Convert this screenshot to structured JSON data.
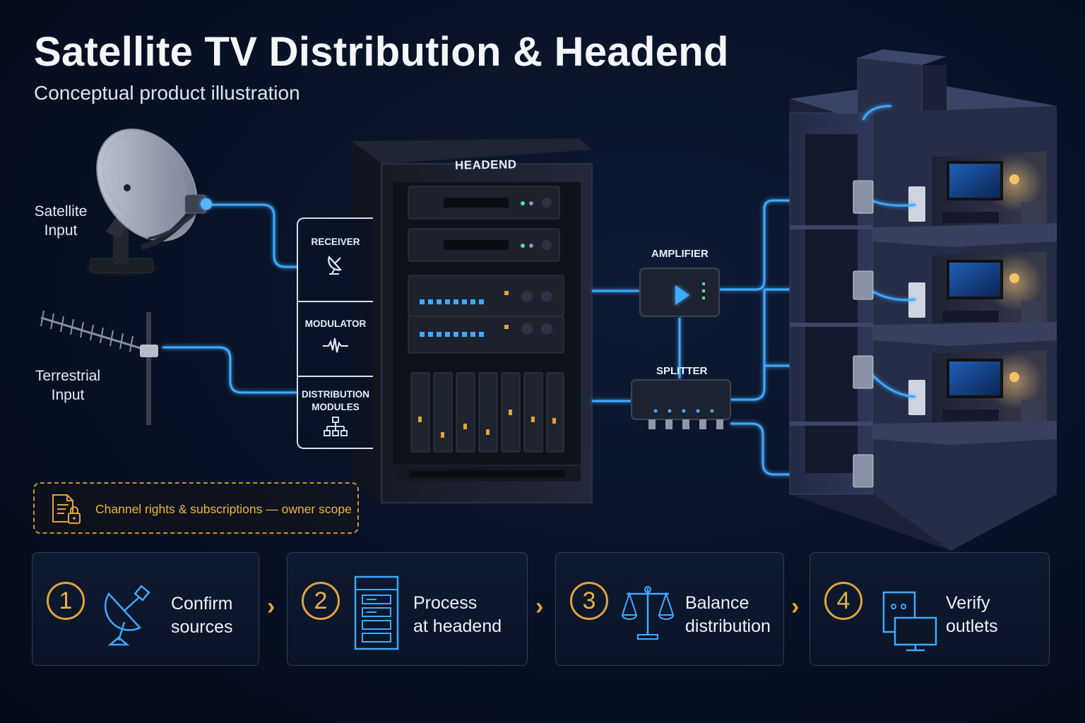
{
  "header": {
    "title": "Satellite TV Distribution & Headend",
    "subtitle": "Conceptual product illustration"
  },
  "inputs": {
    "satellite": "Satellite\nInput",
    "terrestrial": "Terrestrial\nInput"
  },
  "headend": {
    "label": "HEADEND",
    "modules": [
      {
        "label": "RECEIVER",
        "icon": "satellite-dish-icon"
      },
      {
        "label": "MODULATOR",
        "icon": "waveform-icon"
      },
      {
        "label": "DISTRIBUTION\nMODULES",
        "icon": "hierarchy-icon"
      }
    ]
  },
  "components": {
    "amplifier": "AMPLIFIER",
    "splitter": "SPLITTER"
  },
  "notice": {
    "text": "Channel rights & subscriptions — owner scope",
    "icon": "document-lock-icon"
  },
  "steps": [
    {
      "number": "1",
      "text": "Confirm\nsources",
      "icon": "satellite-dish-icon"
    },
    {
      "number": "2",
      "text": "Process\nat headend",
      "icon": "server-rack-icon"
    },
    {
      "number": "3",
      "text": "Balance\ndistribution",
      "icon": "scales-icon"
    },
    {
      "number": "4",
      "text": "Verify\noutlets",
      "icon": "outlet-monitor-icon"
    }
  ],
  "colors": {
    "background": "#081226",
    "signal": "#3fa9ff",
    "accent": "#e1a43a",
    "rack": "#1a1f2b"
  }
}
